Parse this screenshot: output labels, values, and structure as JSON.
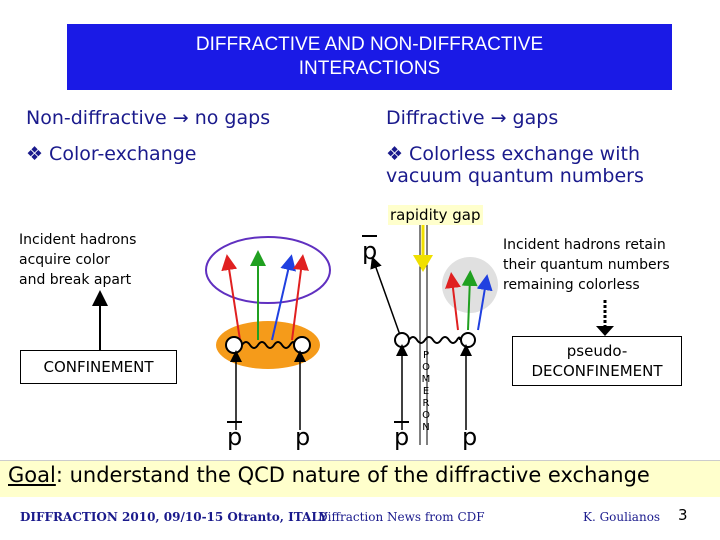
{
  "title": {
    "line1": "DIFFRACTIVE AND NON-DIFFRACTIVE",
    "line2": "INTERACTIONS"
  },
  "left": {
    "heading": "Non-diffractive → no gaps",
    "bullet": "Color-exchange",
    "incident_text": [
      "Incident hadrons",
      "acquire color",
      "and break apart"
    ],
    "confinement": "CONFINEMENT",
    "p_bar": "p",
    "p": "p"
  },
  "right": {
    "heading": "Diffractive → gaps",
    "bullet_line1": "Colorless exchange with",
    "bullet_line2": "vacuum quantum numbers",
    "rapidity_gap": "rapidity gap",
    "incident_text": [
      "Incident hadrons retain",
      "their quantum numbers",
      "remaining colorless"
    ],
    "deconfinement_line1": "pseudo-",
    "deconfinement_line2": "DECONFINEMENT",
    "pomeron_letters": [
      "P",
      "O",
      "M",
      "E",
      "R",
      "O",
      "N"
    ],
    "p_bar_top": "p",
    "p_bar": "p",
    "p": "p"
  },
  "goal": {
    "label": "Goal",
    "text": ": understand the QCD nature of the diffractive exchange"
  },
  "footer": {
    "left": "DIFFRACTION 2010, 09/10-15 Otranto, ITALY",
    "middle": "Diffraction News from CDF",
    "right": "K. Goulianos",
    "page": "3"
  },
  "colors": {
    "title_bg": "#1a1ae6",
    "text_blue": "#1a1a8c",
    "orange": "#f59b1a",
    "goal_bg": "#ffffcc",
    "arrow_yellow": "#f0e000"
  }
}
